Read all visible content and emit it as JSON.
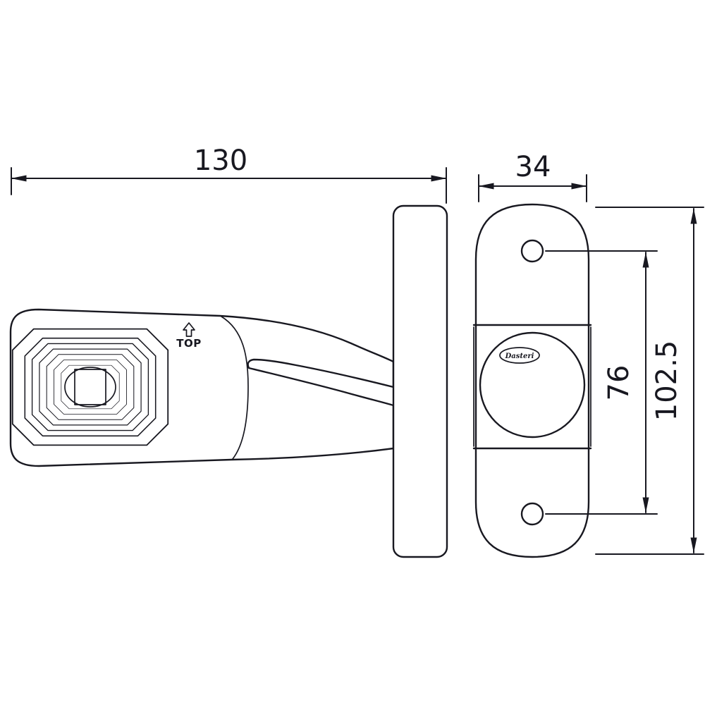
{
  "diagram": {
    "title_hint": "marker-lamp-technical-drawing",
    "labels": {
      "dim_overall_depth": "130",
      "dim_body_width": "34",
      "dim_hole_spacing": "76",
      "dim_overall_height": "102.5",
      "top_marker": "TOP",
      "brand": "Dasteri"
    },
    "colors": {
      "line": "#181820",
      "background": "#ffffff"
    }
  }
}
